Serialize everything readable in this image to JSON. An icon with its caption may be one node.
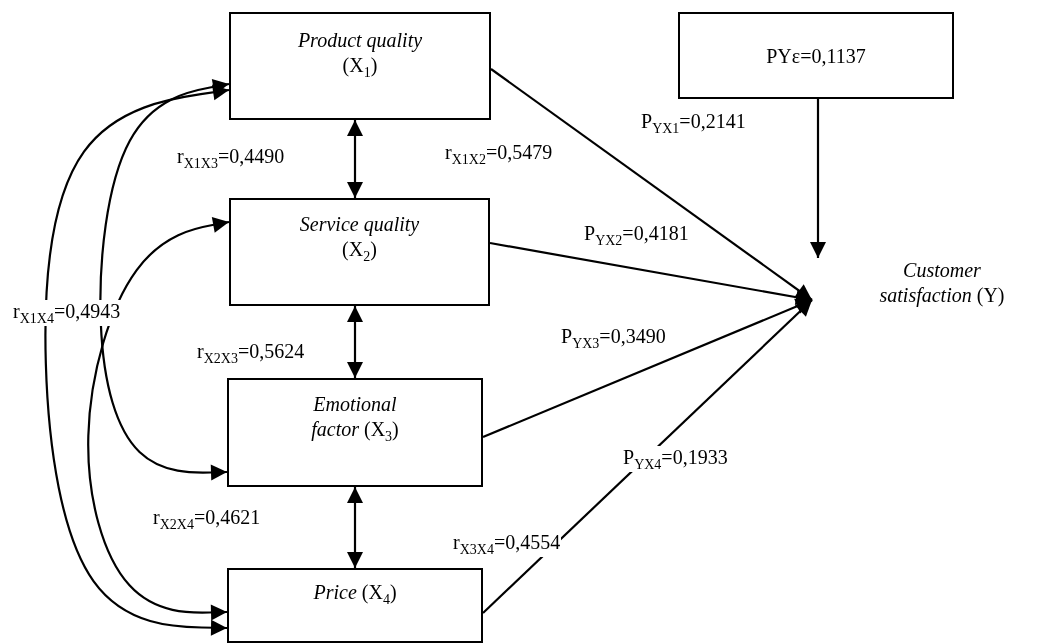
{
  "diagram": {
    "nodes": [
      {
        "text": [
          "*Product quality* (X$_{1}$)"
        ]
      },
      {
        "text": [
          "PYε=0,1137"
        ]
      },
      {
        "text": [
          "*Service quality* (X$_{2}$)"
        ]
      },
      {
        "text": [
          "*Customer satisfaction* (Y)"
        ]
      },
      {
        "text": [
          "*Emotional factor* (X$_{3}$)"
        ]
      },
      {
        "text": [
          "*Price* (X$_{4}$)"
        ]
      }
    ],
    "edges": [
      {
        "from": 0,
        "to": 3,
        "arrow": "to"
      },
      {
        "from": 1,
        "to": 3,
        "arrow": "to"
      },
      {
        "from": 2,
        "to": 3,
        "arrow": "to"
      },
      {
        "from": 4,
        "to": 3,
        "arrow": "to"
      },
      {
        "from": 5,
        "to": 3,
        "arrow": "to"
      },
      {
        "from": 0,
        "to": 2,
        "arrow": "both"
      },
      {
        "from": 2,
        "to": 4,
        "arrow": "both"
      },
      {
        "from": 4,
        "to": 5,
        "arrow": "both"
      },
      {
        "from": 0,
        "to": 5,
        "arrow": "both"
      },
      {
        "from": 0,
        "to": 4,
        "arrow": "both"
      },
      {
        "from": 2,
        "to": 5,
        "arrow": "both"
      }
    ],
    "labels": [
      "P$_{YX1}$=0,2141",
      "r$_{X1X3}$=0,4490",
      "r$_{X1X2}$=0,5479",
      "P$_{YX2}$=0,4181",
      "r$_{X1X4}$=0,4943",
      "P$_{YX3}$=0,3490",
      "r$_{X2X3}$=0,5624",
      "P$_{YX4}$=0,1933",
      "r$_{X2X4}$=0,4621",
      "r$_{X3X4}$=0,4554"
    ]
  }
}
